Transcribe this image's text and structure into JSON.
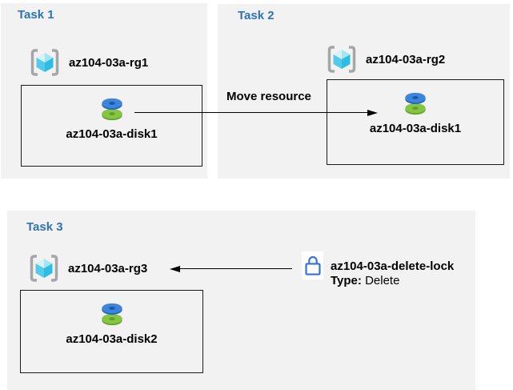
{
  "diagram": {
    "tasks": [
      {
        "title": "Task 1",
        "resource_group": "az104-03a-rg1",
        "resource": "az104-03a-disk1"
      },
      {
        "title": "Task 2",
        "resource_group": "az104-03a-rg2",
        "resource": "az104-03a-disk1"
      },
      {
        "title": "Task 3",
        "resource_group": "az104-03a-rg3",
        "resource": "az104-03a-disk2"
      }
    ],
    "move_arrow_label": "Move resource",
    "lock": {
      "name": "az104-03a-delete-lock",
      "type_label": "Type:",
      "type_value": "Delete"
    },
    "colors": {
      "panel_bg": "#f2f2f2",
      "title_blue": "#2e74b5",
      "lock_blue": "#3371d4",
      "disk_blue": "#3c85da",
      "disk_green": "#86c543",
      "cube_cyan": "#45c6e8",
      "bracket_gray": "#a6a6a6"
    }
  }
}
